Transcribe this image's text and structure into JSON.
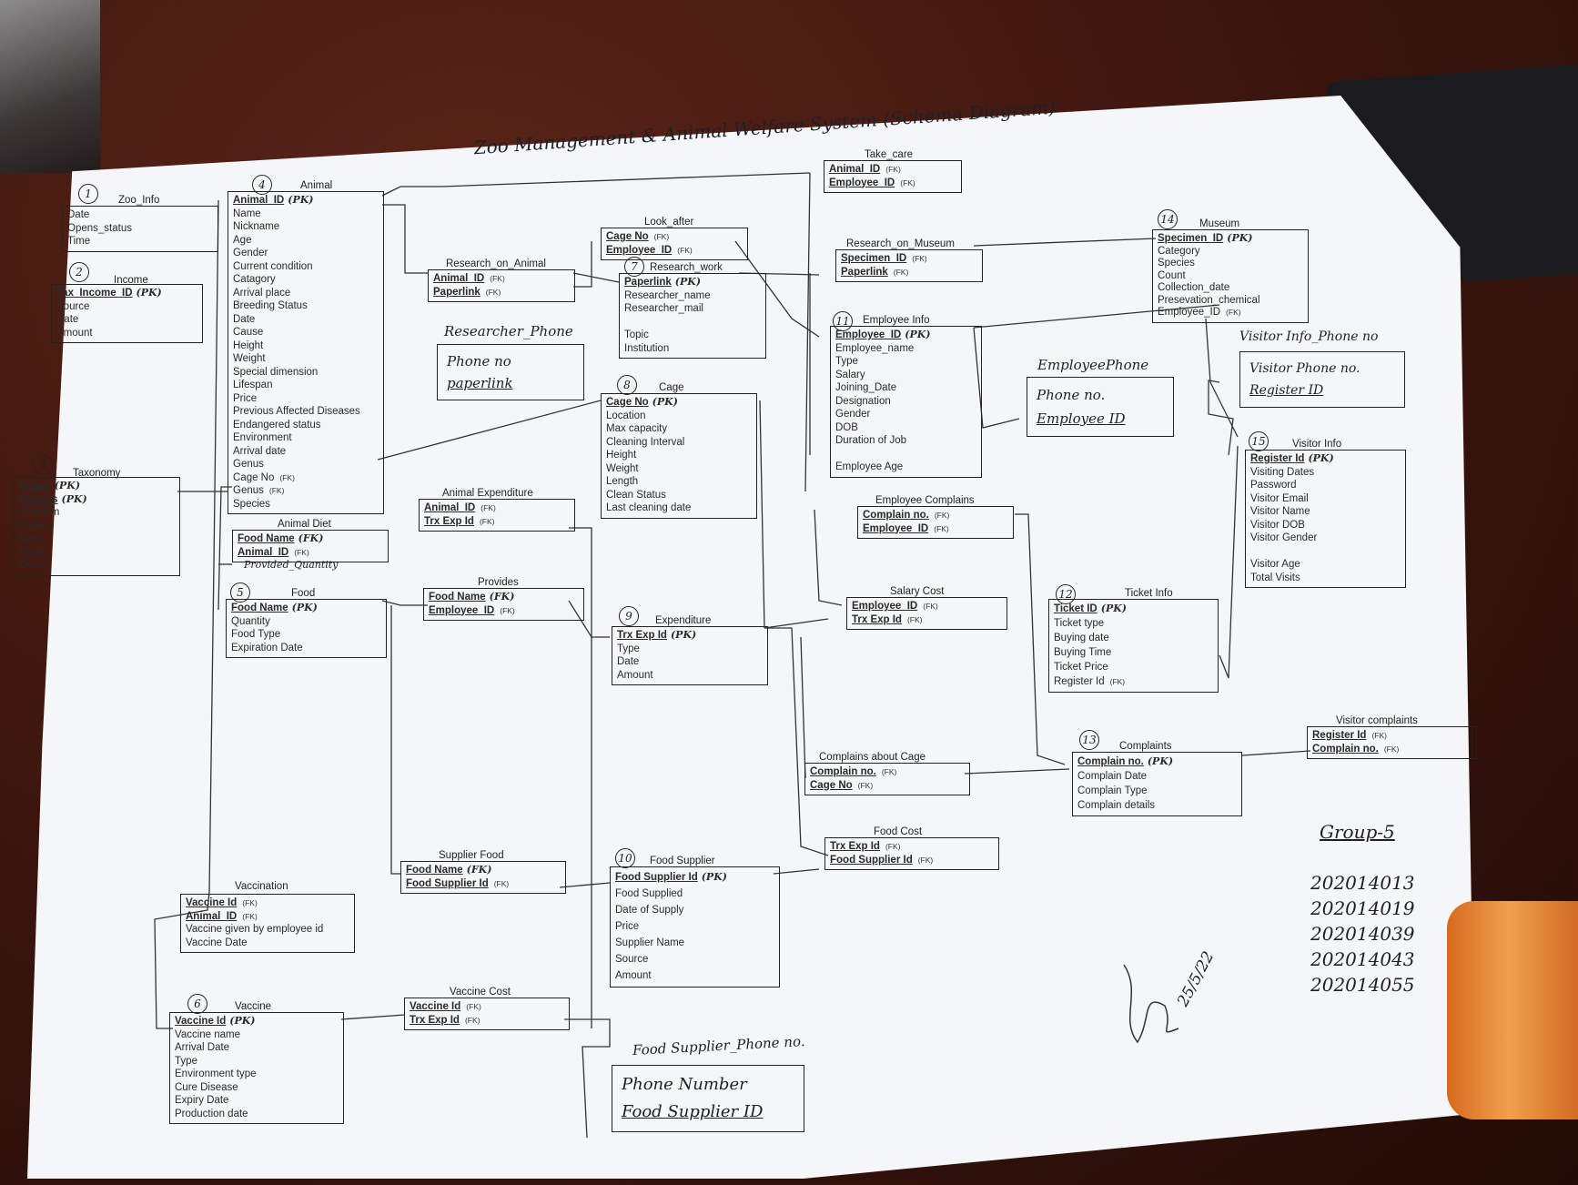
{
  "title": "Zoo Management & Animal Welfare System (Schema Diagram)",
  "entities": {
    "zoo_info": {
      "num": "1",
      "title": "Zoo_Info",
      "rows": [
        {
          "t": "Date"
        },
        {
          "t": "Opens_status"
        },
        {
          "t": "Time"
        }
      ]
    },
    "income": {
      "num": "2",
      "title": "Income",
      "rows": [
        {
          "t": "Tax_Income_ID",
          "k": "(PK)",
          "key": true
        },
        {
          "t": "Source"
        },
        {
          "t": "Date"
        },
        {
          "t": "Amount"
        }
      ]
    },
    "taxonomy": {
      "num": "3",
      "title": "Taxonomy",
      "rows": [
        {
          "t": "Genus",
          "k": "(PK)",
          "key": true
        },
        {
          "t": "Species",
          "k": "(PK)",
          "key": true
        },
        {
          "t": "Kingdom"
        },
        {
          "t": "Phylum"
        },
        {
          "t": "Class"
        },
        {
          "t": "Family"
        },
        {
          "t": "Order"
        }
      ]
    },
    "animal": {
      "num": "4",
      "title": "Animal",
      "rows": [
        {
          "t": "Animal_ID",
          "k": "(PK)",
          "key": true
        },
        {
          "t": "Name"
        },
        {
          "t": "Nickname"
        },
        {
          "t": "Age"
        },
        {
          "t": "Gender"
        },
        {
          "t": "Current condition"
        },
        {
          "t": "Catagory"
        },
        {
          "t": "Arrival place"
        },
        {
          "t": "Breeding Status"
        },
        {
          "t": "Date"
        },
        {
          "t": "Cause"
        },
        {
          "t": "Height"
        },
        {
          "t": "Weight"
        },
        {
          "t": "Special dimension"
        },
        {
          "t": "Lifespan"
        },
        {
          "t": "Price"
        },
        {
          "t": "Previous Affected Diseases"
        },
        {
          "t": "Endangered status"
        },
        {
          "t": "Environment"
        },
        {
          "t": "Arrival date"
        },
        {
          "t": "Genus"
        },
        {
          "t": "Cage No",
          "f": "(FK)"
        },
        {
          "t": "Genus",
          "f": "(FK)"
        },
        {
          "t": "Species"
        }
      ]
    },
    "animal_diet": {
      "title": "Animal Diet",
      "rows": [
        {
          "t": "Food Name",
          "k": "(FK)",
          "key": true
        },
        {
          "t": "Animal_ID",
          "f": "(FK)",
          "key": true
        }
      ],
      "note": "Provided_Quantity"
    },
    "food": {
      "num": "5",
      "title": "Food",
      "rows": [
        {
          "t": "Food Name",
          "k": "(PK)",
          "key": true
        },
        {
          "t": "Quantity"
        },
        {
          "t": "Food Type"
        },
        {
          "t": "Expiration Date"
        }
      ]
    },
    "vaccination": {
      "title": "Vaccination",
      "rows": [
        {
          "t": "Vaccine Id",
          "f": "(FK)",
          "key": true
        },
        {
          "t": "Animal_ID",
          "f": "(FK)",
          "key": true
        },
        {
          "t": "Vaccine given by employee id"
        },
        {
          "t": "Vaccine Date"
        }
      ]
    },
    "vaccine": {
      "num": "6",
      "title": "Vaccine",
      "rows": [
        {
          "t": "Vaccine Id",
          "k": "(PK)",
          "key": true
        },
        {
          "t": "Vaccine name"
        },
        {
          "t": "Arrival Date"
        },
        {
          "t": "Type"
        },
        {
          "t": "Environment type"
        },
        {
          "t": "Cure Disease"
        },
        {
          "t": "Expiry Date"
        },
        {
          "t": "Production date"
        }
      ]
    },
    "research_on_animal": {
      "title": "Research_on_Animal",
      "rows": [
        {
          "t": "Animal_ID",
          "f": "(FK)",
          "key": true
        },
        {
          "t": "Paperlink",
          "f": "(FK)",
          "key": true
        }
      ]
    },
    "look_after": {
      "title": "Look_after",
      "rows": [
        {
          "t": "Cage No",
          "f": "(FK)",
          "key": true
        },
        {
          "t": "Employee_ID",
          "f": "(FK)",
          "key": true
        }
      ]
    },
    "research_work": {
      "num": "7",
      "title": "Research_work",
      "rows": [
        {
          "t": "Paperlink",
          "k": "(PK)",
          "key": true
        },
        {
          "t": "Researcher_name"
        },
        {
          "t": "Researcher_mail"
        },
        {
          "t": ""
        },
        {
          "t": "Topic"
        },
        {
          "t": "Institution"
        }
      ]
    },
    "cage": {
      "num": "8",
      "title": "Cage",
      "rows": [
        {
          "t": "Cage No",
          "k": "(PK)",
          "key": true
        },
        {
          "t": "Location"
        },
        {
          "t": "Max capacity"
        },
        {
          "t": "Cleaning Interval"
        },
        {
          "t": "Height"
        },
        {
          "t": "Weight"
        },
        {
          "t": "Length"
        },
        {
          "t": "Clean Status"
        },
        {
          "t": "Last cleaning date"
        }
      ]
    },
    "animal_expenditure": {
      "title": "Animal Expenditure",
      "rows": [
        {
          "t": "Animal_ID",
          "f": "(FK)",
          "key": true
        },
        {
          "t": "Trx Exp Id",
          "f": "(FK)",
          "key": true
        }
      ]
    },
    "provides": {
      "title": "Provides",
      "rows": [
        {
          "t": "Food Name",
          "k": "(FK)",
          "key": true
        },
        {
          "t": "Employee_ID",
          "f": "(FK)",
          "key": true
        }
      ]
    },
    "expenditure": {
      "num": "9",
      "title": "Expenditure",
      "rows": [
        {
          "t": "Trx Exp Id",
          "k": "(PK)",
          "key": true
        },
        {
          "t": "Type"
        },
        {
          "t": "Date"
        },
        {
          "t": "Amount"
        }
      ]
    },
    "supplier_food": {
      "title": "Supplier Food",
      "rows": [
        {
          "t": "Food Name",
          "k": "(FK)",
          "key": true
        },
        {
          "t": "Food Supplier Id",
          "f": "(FK)",
          "key": true
        }
      ]
    },
    "food_supplier": {
      "num": "10",
      "title": "Food Supplier",
      "rows": [
        {
          "t": "Food Supplier Id",
          "k": "(PK)",
          "key": true
        },
        {
          "t": "Food Supplied"
        },
        {
          "t": "Date of Supply"
        },
        {
          "t": "Price"
        },
        {
          "t": "Supplier Name"
        },
        {
          "t": "Source"
        },
        {
          "t": "Amount"
        }
      ]
    },
    "vaccine_cost": {
      "title": "Vaccine Cost",
      "rows": [
        {
          "t": "Vaccine Id",
          "f": "(FK)",
          "key": true
        },
        {
          "t": "Trx Exp Id",
          "f": "(FK)",
          "key": true
        }
      ]
    },
    "take_care": {
      "title": "Take_care",
      "rows": [
        {
          "t": "Animal_ID",
          "f": "(FK)",
          "key": true
        },
        {
          "t": "Employee_ID",
          "f": "(FK)",
          "key": true
        }
      ]
    },
    "research_on_museum": {
      "title": "Research_on_Museum",
      "rows": [
        {
          "t": "Specimen_ID",
          "f": "(FK)",
          "key": true
        },
        {
          "t": "Paperlink",
          "f": "(FK)",
          "key": true
        }
      ]
    },
    "employee_info": {
      "num": "11",
      "title": "Employee Info",
      "rows": [
        {
          "t": "Employee_ID",
          "k": "(PK)",
          "key": true
        },
        {
          "t": "Employee_name"
        },
        {
          "t": "Type"
        },
        {
          "t": "Salary"
        },
        {
          "t": "Joining_Date"
        },
        {
          "t": "Designation"
        },
        {
          "t": "Gender"
        },
        {
          "t": "DOB"
        },
        {
          "t": "Duration of Job"
        },
        {
          "t": ""
        },
        {
          "t": "Employee Age"
        }
      ]
    },
    "employee_complains": {
      "title": "Employee Complains",
      "rows": [
        {
          "t": "Complain no.",
          "f": "(FK)",
          "key": true
        },
        {
          "t": "Employee_ID",
          "f": "(FK)",
          "key": true
        }
      ]
    },
    "salary_cost": {
      "title": "Salary Cost",
      "rows": [
        {
          "t": "Employee_ID",
          "f": "(FK)",
          "key": true
        },
        {
          "t": "Trx Exp Id",
          "f": "(FK)",
          "key": true
        }
      ]
    },
    "complains_about_cage": {
      "title": "Complains about Cage",
      "rows": [
        {
          "t": "Complain no.",
          "f": "(FK)",
          "key": true
        },
        {
          "t": "Cage No",
          "f": "(FK)",
          "key": true
        }
      ]
    },
    "food_cost": {
      "title": "Food Cost",
      "rows": [
        {
          "t": "Trx Exp Id",
          "f": "(FK)",
          "key": true
        },
        {
          "t": "Food Supplier Id",
          "f": "(FK)",
          "key": true
        }
      ]
    },
    "museum": {
      "num": "14",
      "title": "Museum",
      "rows": [
        {
          "t": "Specimen_ID",
          "k": "(PK)",
          "key": true
        },
        {
          "t": "Category"
        },
        {
          "t": "Species"
        },
        {
          "t": "Count"
        },
        {
          "t": "Collection_date"
        },
        {
          "t": "Presevation_chemical"
        },
        {
          "t": "Employee_ID",
          "f": "(FK)"
        }
      ]
    },
    "visitor_info": {
      "num": "15",
      "title": "Visitor Info",
      "rows": [
        {
          "t": "Register Id",
          "k": "(PK)",
          "key": true
        },
        {
          "t": "Visiting Dates"
        },
        {
          "t": "Password"
        },
        {
          "t": "Visitor Email"
        },
        {
          "t": "Visitor Name"
        },
        {
          "t": "Visitor DOB"
        },
        {
          "t": "Visitor Gender"
        },
        {
          "t": ""
        },
        {
          "t": "Visitor Age"
        },
        {
          "t": "Total Visits"
        }
      ]
    },
    "ticket_info": {
      "num": "12",
      "title": "Ticket Info",
      "rows": [
        {
          "t": "Ticket ID",
          "k": "(PK)",
          "key": true
        },
        {
          "t": "Ticket type"
        },
        {
          "t": "Buying date"
        },
        {
          "t": "Buying Time"
        },
        {
          "t": "Ticket Price"
        },
        {
          "t": "Register Id",
          "f": "(FK)"
        }
      ]
    },
    "complaints": {
      "num": "13",
      "title": "Complaints",
      "rows": [
        {
          "t": "Complain no.",
          "k": "(PK)",
          "key": true
        },
        {
          "t": "Complain Date"
        },
        {
          "t": "Complain Type"
        },
        {
          "t": "Complain details"
        }
      ]
    },
    "visitor_complaints": {
      "title": "Visitor complaints",
      "rows": [
        {
          "t": "Register Id",
          "f": "(FK)",
          "key": true
        },
        {
          "t": "Complain no.",
          "f": "(FK)",
          "key": true
        }
      ]
    }
  },
  "handwritten": {
    "researcher_phone": {
      "title": "Researcher_Phone",
      "rows": [
        "Phone no",
        "paperlink"
      ]
    },
    "employee_phone": {
      "title": "EmployeePhone",
      "rows": [
        "Phone no.",
        "Employee ID"
      ]
    },
    "visitor_phone": {
      "title": "Visitor Info_Phone no",
      "rows": [
        "Visitor Phone no.",
        "Register ID"
      ]
    },
    "food_supplier_phone": {
      "title": "Food Supplier_Phone no.",
      "rows": [
        "Phone Number",
        "Food Supplier ID"
      ]
    }
  },
  "group": {
    "label": "Group-5",
    "ids": [
      "202014013",
      "202014019",
      "202014039",
      "202014043",
      "202014055"
    ]
  },
  "signature_date": "25/5/22"
}
